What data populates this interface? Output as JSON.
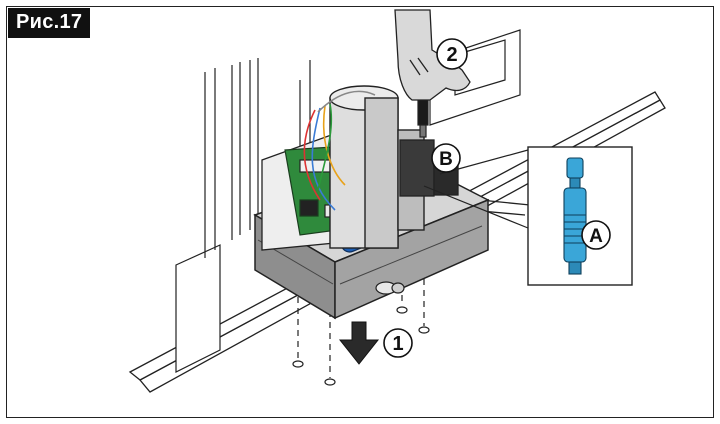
{
  "figure": {
    "label": "Рис.17"
  },
  "callouts": {
    "step_1": "1",
    "step_2": "2",
    "part_a": "A",
    "part_b": "B"
  },
  "colors": {
    "ink": "#111111",
    "body_gray": "#9a9a9a",
    "motor_gray": "#d8d8d8",
    "pcb_green": "#2f8a3c",
    "capacitor_blue": "#1d5fb5",
    "fitting_blue": "#3aa6d8"
  },
  "icons": {
    "glove": "glove-icon",
    "arrow": "down-arrow-icon",
    "key": "key-icon",
    "screwdriver": "screwdriver-icon"
  }
}
